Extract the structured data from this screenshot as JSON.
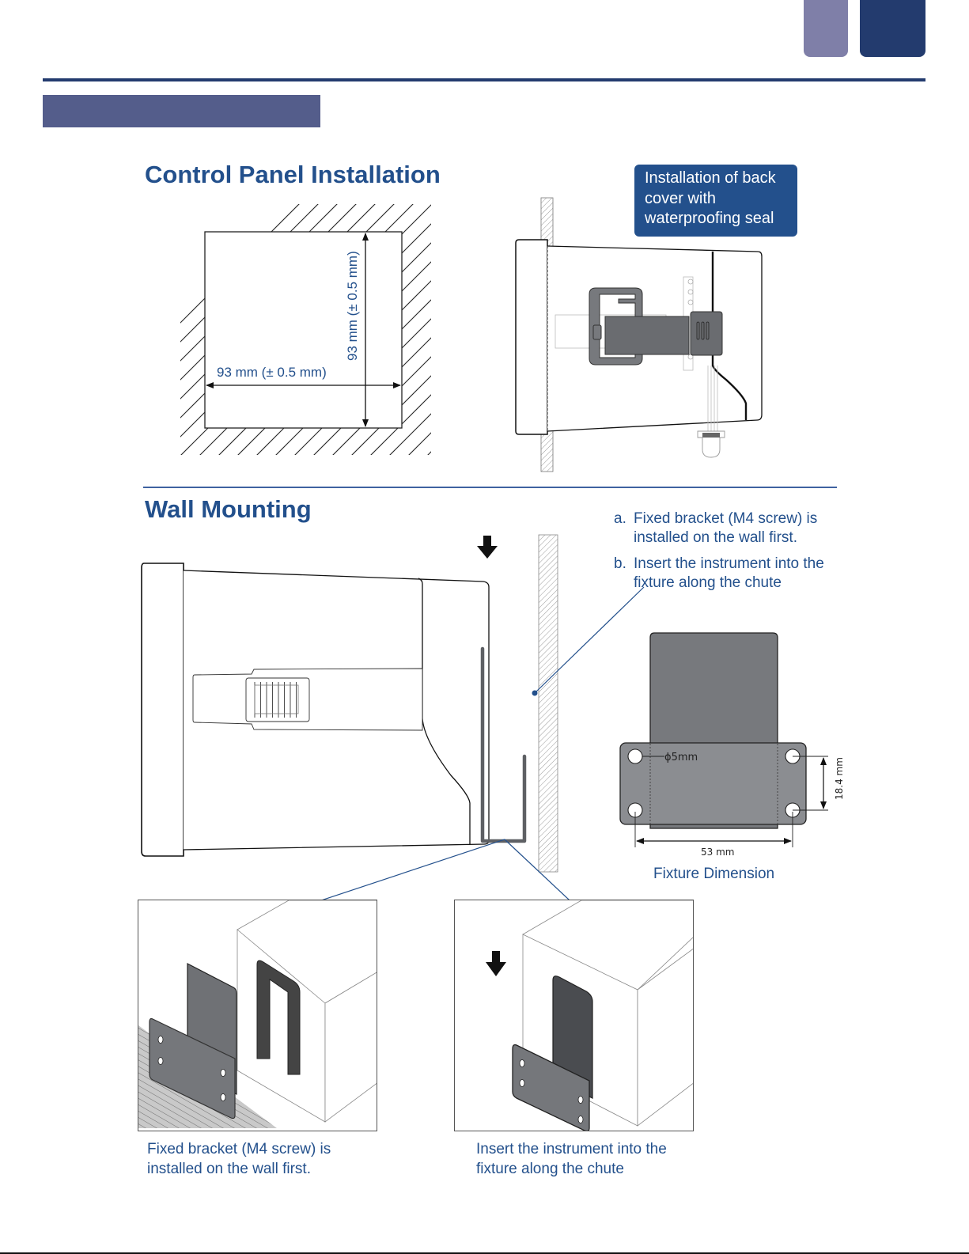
{
  "header": {
    "section_label": ""
  },
  "control_panel": {
    "title": "Control Panel Installation",
    "cutout_width_label": "93 mm (± 0.5 mm)",
    "cutout_height_label": "93 mm (± 0.5 mm)",
    "callout": "Installation of back cover with waterproofing seal"
  },
  "wall_mounting": {
    "title": "Wall Mounting",
    "steps": [
      {
        "marker": "a.",
        "text": "Fixed bracket (M4 screw) is installed on the wall first."
      },
      {
        "marker": "b.",
        "text": "Insert the instrument into the fixture along the chute"
      }
    ],
    "fixture": {
      "hole_label": "ϕ5mm",
      "height_label": "18.4 mm",
      "width_label": "53 mm",
      "caption": "Fixture Dimension"
    },
    "captions": {
      "left": "Fixed bracket (M4 screw) is installed on the wall first.",
      "right": "Insert the instrument into the fixture along the chute"
    }
  },
  "colors": {
    "brand_dark": "#233b6e",
    "brand_light": "#7f7fa8",
    "section_bar": "#545d8b",
    "text_blue": "#23508c",
    "bracket_gray": "#77797d"
  }
}
